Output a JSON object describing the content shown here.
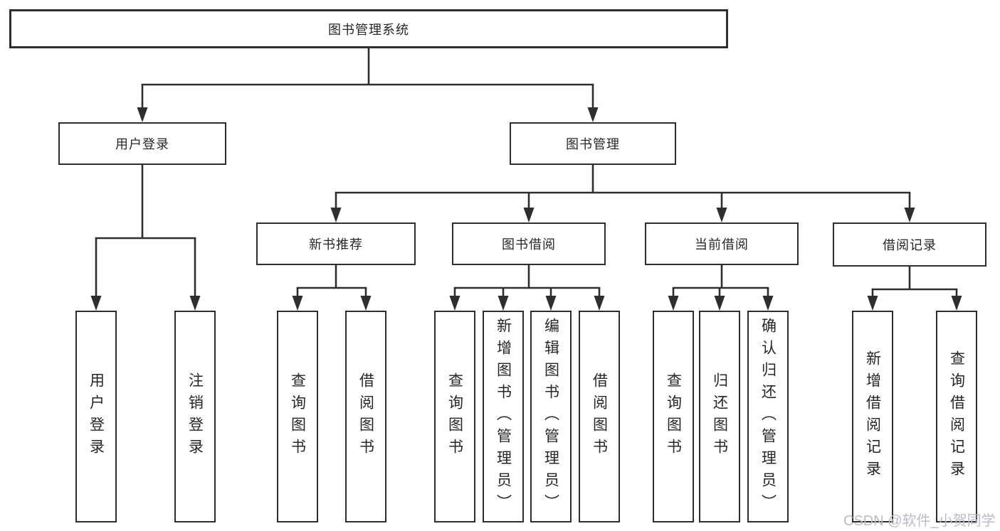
{
  "tree": {
    "label": "图书管理系统",
    "children": [
      {
        "label": "用户登录",
        "children": [
          {
            "label": "用户登录"
          },
          {
            "label": "注销登录"
          }
        ]
      },
      {
        "label": "图书管理",
        "children": [
          {
            "label": "新书推荐",
            "children": [
              {
                "label": "查询图书"
              },
              {
                "label": "借阅图书"
              }
            ]
          },
          {
            "label": "图书借阅",
            "children": [
              {
                "label": "查询图书"
              },
              {
                "label": "新增图书（管理员）"
              },
              {
                "label": "编辑图书（管理员）"
              },
              {
                "label": "借阅图书"
              }
            ]
          },
          {
            "label": "当前借阅",
            "children": [
              {
                "label": "查询图书"
              },
              {
                "label": "归还图书"
              },
              {
                "label": "确认归还（管理员）"
              }
            ]
          },
          {
            "label": "借阅记录",
            "children": [
              {
                "label": "新增借阅记录"
              },
              {
                "label": "查询借阅记录"
              }
            ]
          }
        ]
      }
    ]
  },
  "watermark": {
    "text": "CSDN @软件_小贺同学"
  },
  "colors": {
    "background": "#ffffff",
    "box_fill": "#ffffff",
    "line": "#2e2e2e",
    "text": "#262626",
    "watermark": "#b9bdc3"
  }
}
